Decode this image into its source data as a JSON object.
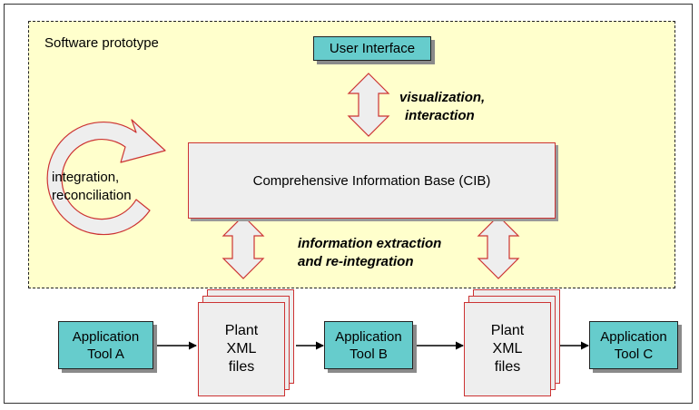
{
  "prototype": {
    "label": "Software prototype"
  },
  "user_interface": {
    "label": "User Interface"
  },
  "cib": {
    "label": "Comprehensive Information Base (CIB)"
  },
  "annotations": {
    "visualization_line1": "visualization,",
    "visualization_line2": "interaction",
    "extraction_line1": "information extraction",
    "extraction_line2": "and re-integration",
    "integration_line1": "integration,",
    "integration_line2": "reconciliation"
  },
  "tools": {
    "a": {
      "line1": "Application",
      "line2": "Tool A"
    },
    "b": {
      "line1": "Application",
      "line2": "Tool B"
    },
    "c": {
      "line1": "Application",
      "line2": "Tool C"
    }
  },
  "xml_files": {
    "line1": "Plant",
    "line2": "XML",
    "line3": "files"
  },
  "colors": {
    "prototype_bg": "#ffffcc",
    "tool_fill": "#66cccc",
    "cib_fill": "#eeeeee",
    "arrow_fill": "#eeeeee",
    "arrow_outline": "#cc3333"
  }
}
